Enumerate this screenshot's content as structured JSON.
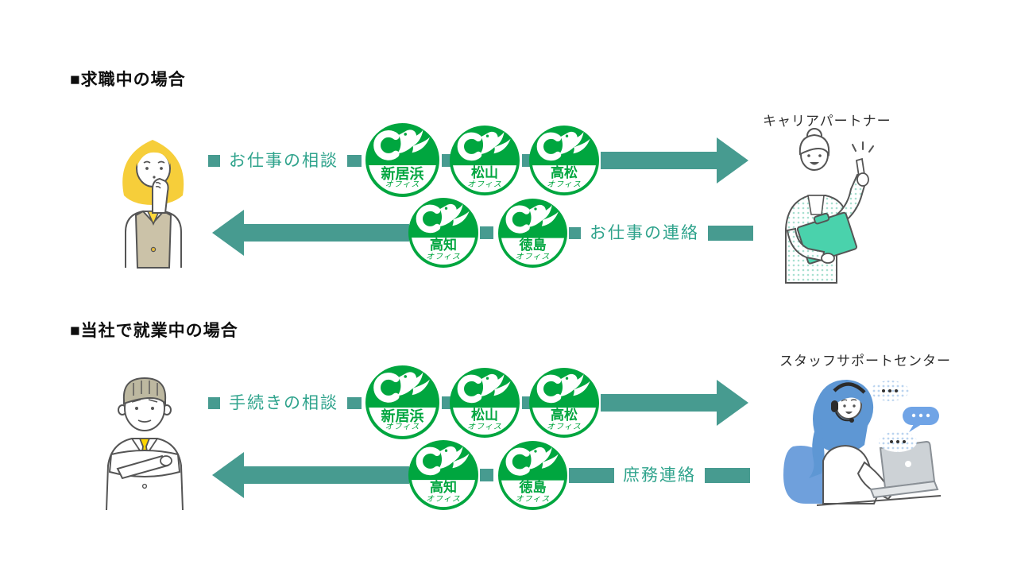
{
  "colors": {
    "badge_green": "#00a63f",
    "arrow_teal": "#479b90",
    "label_teal": "#2fa38c",
    "heading_black": "#0e0e0e",
    "accent_yellow": "#f6ce3a",
    "accent_blue": "#5e97d4",
    "folder_teal": "#4ad2ac"
  },
  "sections": [
    {
      "heading": "■求職中の場合",
      "right_label": "キャリアパートナー",
      "left_person": "job-seeker",
      "right_person": "career-partner",
      "forward": {
        "label": "お仕事の相談",
        "offices": [
          {
            "city": "新居浜",
            "suffix": "オフィス"
          },
          {
            "city": "松山",
            "suffix": "オフィス"
          },
          {
            "city": "高松",
            "suffix": "オフィス"
          }
        ]
      },
      "backward": {
        "label": "お仕事の連絡",
        "offices": [
          {
            "city": "高知",
            "suffix": "オフィス"
          },
          {
            "city": "徳島",
            "suffix": "オフィス"
          }
        ]
      }
    },
    {
      "heading": "■当社で就業中の場合",
      "right_label": "スタッフサポートセンター",
      "left_person": "employee",
      "right_person": "staff-support-center",
      "forward": {
        "label": "手続きの相談",
        "offices": [
          {
            "city": "新居浜",
            "suffix": "オフィス"
          },
          {
            "city": "松山",
            "suffix": "オフィス"
          },
          {
            "city": "高松",
            "suffix": "オフィス"
          }
        ]
      },
      "backward": {
        "label": "庶務連絡",
        "offices": [
          {
            "city": "高知",
            "suffix": "オフィス"
          },
          {
            "city": "徳島",
            "suffix": "オフィス"
          }
        ]
      }
    }
  ]
}
